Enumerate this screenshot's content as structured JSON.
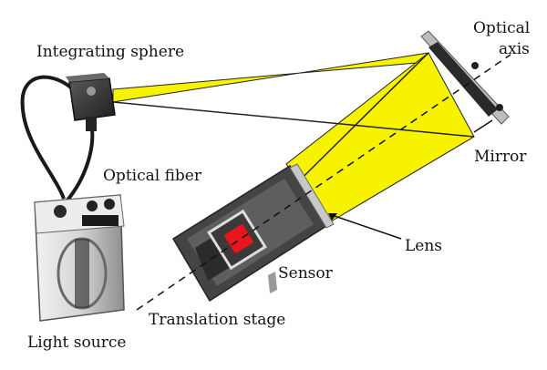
{
  "labels": {
    "integrating_sphere": "Integrating sphere",
    "optical_axis_line1": "Optical",
    "optical_axis_line2": "axis",
    "optical_fiber": "Optical fiber",
    "mirror": "Mirror",
    "lens": "Lens",
    "sensor": "Sensor",
    "translation_stage": "Translation stage",
    "light_source": "Light source"
  },
  "colors": {
    "light_beam": "#f7f200",
    "beam_edge": "#222222",
    "sensor_chip": "#e8141e",
    "stage_body": "#4a4a4a",
    "mirror_plate": "#bdbdbd"
  }
}
